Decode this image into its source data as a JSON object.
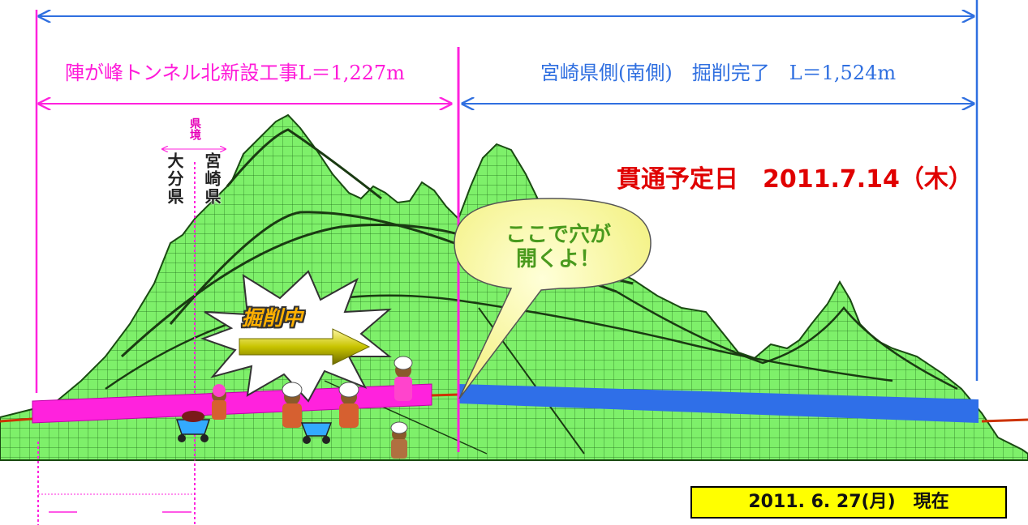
{
  "diagram": {
    "north_section_label": "陣が峰トンネル北新設工事L＝1,227m",
    "south_section_label": "宮崎県側(南側)　掘削完了　L＝1,524m",
    "prefecture_border_label": "県境",
    "prefecture_oita": "大分県",
    "prefecture_miyazaki": "宮崎県",
    "planned_breakthrough": "貫通予定日　2011.7.14（木）",
    "speech_bubble": "ここで穴が\n開くよ！",
    "excavating_label": "掘削中",
    "status_date": "2011. 6. 27(月)　現在",
    "colors": {
      "north_tunnel": "#ff22dd",
      "south_tunnel": "#2f6fe8",
      "mountain": "#7ef06a",
      "callout": "#ffff00",
      "planned_text": "#e00000"
    },
    "icons": [
      "double-arrow-icon",
      "mountain-profile",
      "speech-bubble",
      "explosion-burst",
      "drill-arrow-icon",
      "worker-figure-icon",
      "wheelbarrow-icon"
    ]
  }
}
